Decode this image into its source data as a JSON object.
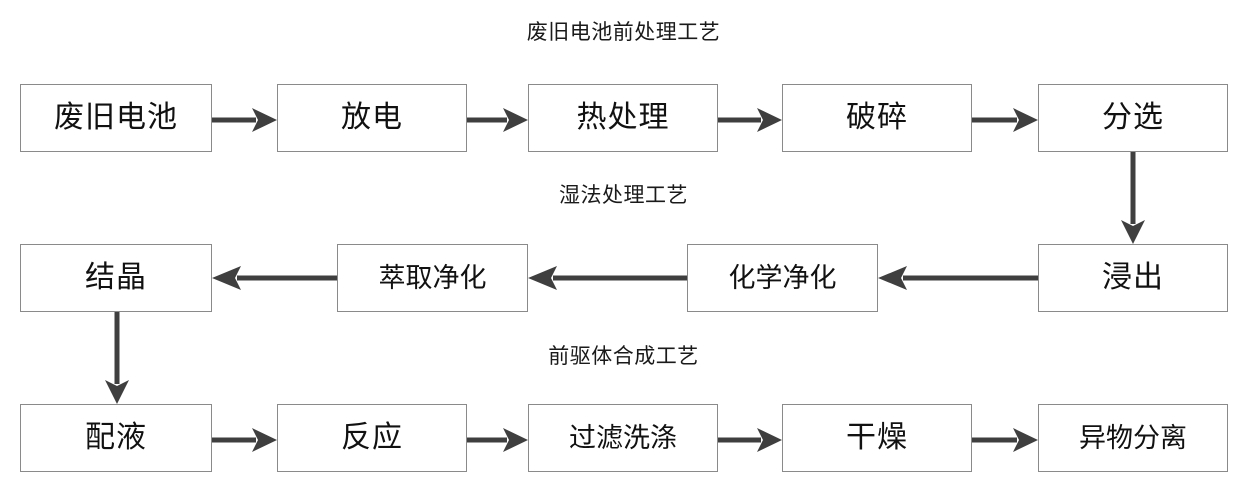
{
  "diagram": {
    "type": "flowchart",
    "orientation": "serpentine-rows",
    "sections": [
      {
        "id": "pretreatment",
        "title": "废旧电池前处理工艺",
        "flow_direction": "left-to-right",
        "nodes": [
          "废旧电池",
          "放电",
          "热处理",
          "破碎",
          "分选"
        ]
      },
      {
        "id": "hydrometallurgy",
        "title": "湿法处理工艺",
        "flow_direction": "right-to-left",
        "nodes": [
          "结晶",
          "萃取净化",
          "化学净化",
          "浸出"
        ]
      },
      {
        "id": "precursor",
        "title": "前驱体合成工艺",
        "flow_direction": "left-to-right",
        "nodes": [
          "配液",
          "反应",
          "过滤洗涤",
          "干燥",
          "异物分离"
        ]
      }
    ],
    "row1": {
      "title": "废旧电池前处理工艺",
      "n1": "废旧电池",
      "n2": "放电",
      "n3": "热处理",
      "n4": "破碎",
      "n5": "分选"
    },
    "row2": {
      "title": "湿法处理工艺",
      "n1": "结晶",
      "n2": "萃取净化",
      "n3": "化学净化",
      "n4": "浸出"
    },
    "row3": {
      "title": "前驱体合成工艺",
      "n1": "配液",
      "n2": "反应",
      "n3": "过滤洗涤",
      "n4": "干燥",
      "n5": "异物分离"
    },
    "connectors": {
      "row1_to_row2": "分选 → 浸出",
      "row2_to_row3": "结晶 → 配液"
    },
    "colors": {
      "box_border": "#8a8a8a",
      "arrow": "#3f3f3f",
      "text": "#111111",
      "background": "#ffffff"
    }
  }
}
